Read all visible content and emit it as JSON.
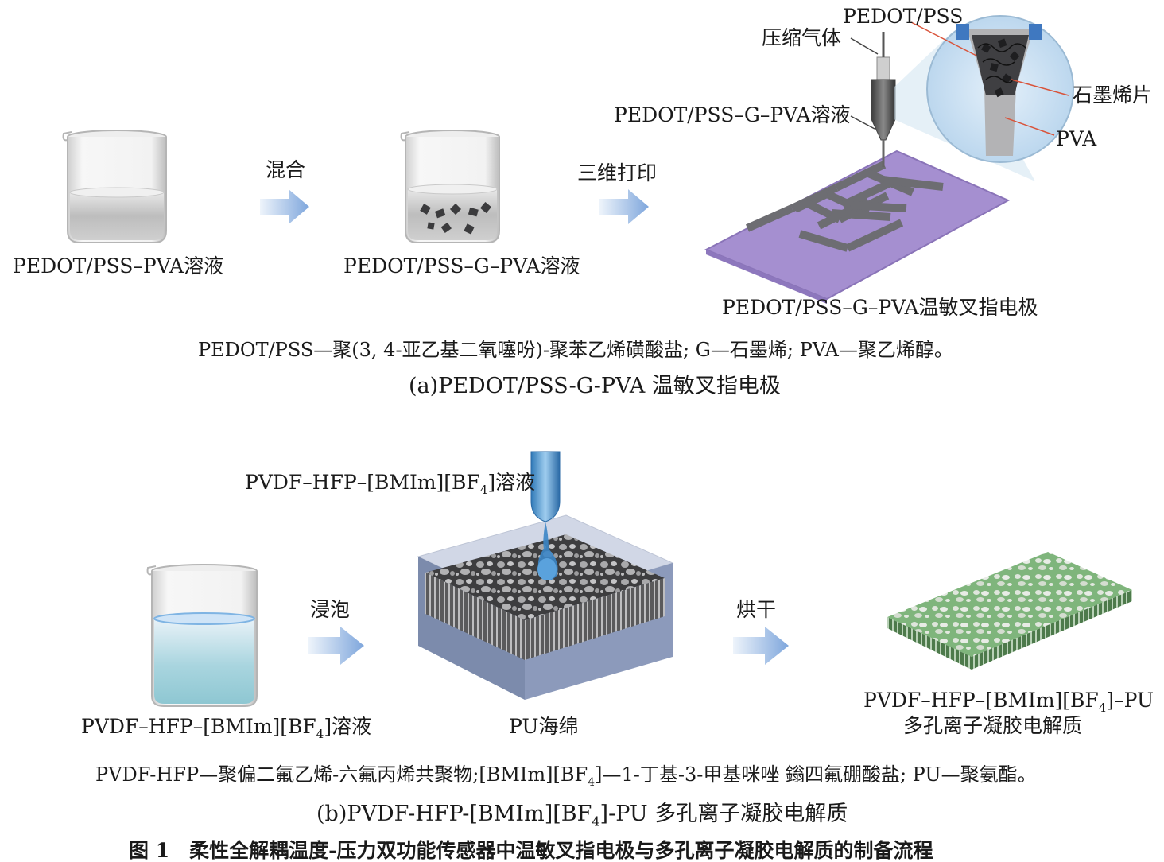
{
  "panel_a": {
    "beaker1_label": "PEDOT/PSS–PVA溶液",
    "step1": "混合",
    "beaker2_label": "PEDOT/PSS–G–PVA溶液",
    "step2": "三维打印",
    "nozzle_gas": "压缩气体",
    "nozzle_solution": "PEDOT/PSS–G–PVA溶液",
    "inset_pedot": "PEDOT/PSS",
    "inset_graphene": "石墨烯片",
    "inset_pva": "PVA",
    "electrode_label": "PEDOT/PSS–G–PVA温敏叉指电极",
    "abbrev": "PEDOT/PSS—聚(3, 4-亚乙基二氧噻吩)-聚苯乙烯磺酸盐; G—石墨烯; PVA—聚乙烯醇。",
    "caption": "(a)PEDOT/PSS-G-PVA 温敏叉指电极"
  },
  "panel_b": {
    "dropper_label_pre": "PVDF–HFP–[BMIm][BF",
    "dropper_label_sub": "4",
    "dropper_label_post": "]溶液",
    "step1": "浸泡",
    "beaker_label_pre": "PVDF–HFP–[BMIm][BF",
    "beaker_label_sub": "4",
    "beaker_label_post": "]溶液",
    "sponge_label": "PU海绵",
    "step2": "烘干",
    "product_line1_pre": "PVDF–HFP–[BMIm][BF",
    "product_line1_sub": "4",
    "product_line1_post": "]–PU",
    "product_line2": "多孔离子凝胶电解质",
    "abbrev_pre": "PVDF-HFP—聚偏二氟乙烯-六氟丙烯共聚物;[BMIm][BF",
    "abbrev_sub": "4",
    "abbrev_post": "]—1-丁基-3-甲基咪唑 鎓四氟硼酸盐; PU—聚氨酯。",
    "caption_pre": "(b)PVDF-HFP-[BMIm][BF",
    "caption_sub": "4",
    "caption_post": "]-PU 多孔离子凝胶电解质"
  },
  "figure_caption": "图 1　柔性全解耦温度-压力双功能传感器中温敏叉指电极与多孔离子凝胶电解质的制备流程",
  "colors": {
    "arrow_light": "#e3edf9",
    "arrow_dark": "#7ea6dc",
    "substrate": "#a58fd0",
    "electrode": "#6d6d72",
    "sponge_box": "#6e7ea3",
    "ion_gel": "#8cbf8a"
  }
}
